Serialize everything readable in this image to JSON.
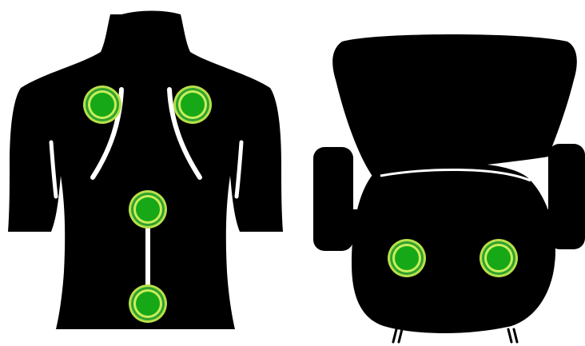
{
  "colors": {
    "silhouette": "#000000",
    "background": "#ffffff",
    "sensor_outer": "#b8e04a",
    "sensor_ring": "#2ea12e",
    "sensor_core": "#17a817",
    "guide_line": "#ffffff"
  },
  "figures": [
    {
      "name": "torso-back",
      "sensors": [
        "left-shoulder",
        "right-shoulder",
        "mid-spine",
        "lower-spine"
      ]
    },
    {
      "name": "office-chair-top-view",
      "sensors": [
        "seat-left",
        "seat-right"
      ]
    }
  ]
}
